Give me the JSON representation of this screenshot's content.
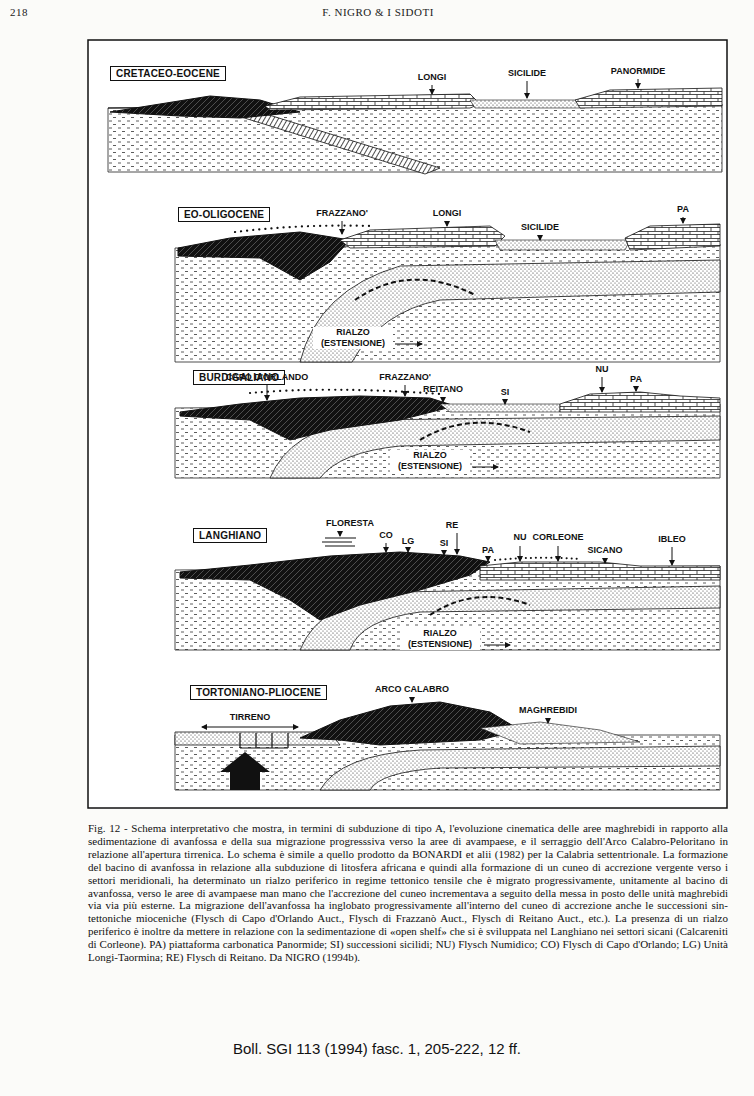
{
  "diagram": {
    "caption": "Fig. 12 - Schema interpretativo che mostra, in termini di subduzione di tipo A, l'evoluzione cinematica delle aree maghrebidi in rapporto alla sedimentazione di avanfossa e della sua migrazione progresssiva verso la aree di avampaese, e il serraggio dell'Arco Calabro-Peloritano in relazione all'apertura tirrenica. Lo schema è simile a quello prodotto da BONARDI et alii (1982) per la Calabria settentrionale. La formazione del bacino di avanfossa in relazione alla subduzione di litosfera africana e quindi alla formazione di un cuneo di accrezione vergente verso i settori meridionali, ha determinato un rialzo periferico in regime tettonico tensile che è migrato progressivamente, unitamente al bacino di avanfossa, verso le aree di avampaese man mano che l'accrezione del cuneo incrementava a seguito della messa in posto delle unità maghrebidi via via più esterne. La migrazione dell'avanfossa ha inglobato progressivamente all'interno del cuneo di accrezione anche le successioni sin-tettoniche mioceniche (Flysch di Capo d'Orlando Auct., Flysch di Frazzanò Auct., Flysch di Reitano Auct., etc.). La presenza di un rialzo periferico è inoltre da mettere in relazione con la sedimentazione di «open shelf» che si è sviluppata nel Langhiano nei settori sicani (Calcareniti di Corleone). PA) piattaforma carbonatica Panormide; SI) successioni sicilidi; NU) Flysch Numidico; CO) Flysch di Capo d'Orlando; LG) Unità Longi-Taormina; RE) Flysch di Reitano. Da NIGRO (1994b).",
    "nodes": [
      {
        "text": [
          "CRETACEO-EOCENE"
        ]
      },
      {
        "text": [
          "EO-OLIGOCENE"
        ]
      },
      {
        "text": [
          "BURDIGALIANO"
        ]
      },
      {
        "text": [
          "LANGHIANO"
        ]
      },
      {
        "text": [
          "TORTONIANO-PLIOCENE"
        ]
      }
    ],
    "labels": [
      "218",
      "F. NIGRO & I SIDOTI",
      "LONGI",
      "SICILIDE",
      "PANORMIDE",
      "FRAZZANO'",
      "LONGI",
      "SICILIDE",
      "PA",
      "RIALZO (ESTENSIONE)",
      "CAPO D'ORLANDO",
      "FRAZZANO'",
      "REITANO",
      "SI",
      "NU",
      "PA",
      "RIALZO (ESTENSIONE)",
      "FLORESTA",
      "CO",
      "LG",
      "RE",
      "SI",
      "PA",
      "NU",
      "CORLEONE",
      "SICANO",
      "IBLEO",
      "RIALZO (ESTENSIONE)",
      "TIRRENO",
      "ARCO CALABRO",
      "MAGHREBIDI",
      "Boll. SGI 113 (1994) fasc. 1, 205-222, 12 ff."
    ]
  }
}
